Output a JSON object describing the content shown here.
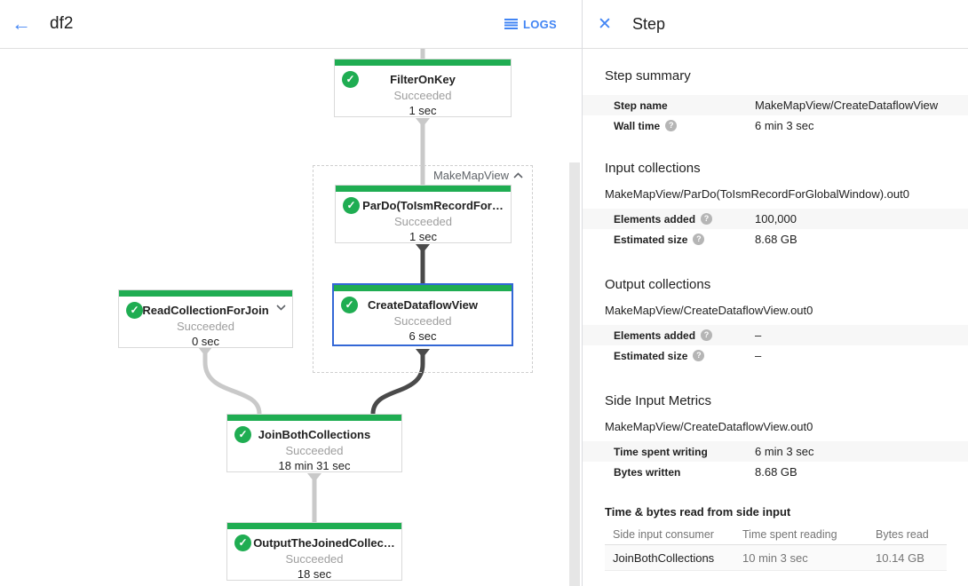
{
  "header": {
    "back_icon": "←",
    "title": "df2",
    "logs_label": "LOGS"
  },
  "graph": {
    "group_label": "MakeMapView",
    "nodes": {
      "filteronkey": {
        "title": "FilterOnKey",
        "status": "Succeeded",
        "time": "1 sec"
      },
      "pardo": {
        "title": "ParDo(ToIsmRecordFor…",
        "status": "Succeeded",
        "time": "1 sec"
      },
      "createdataflowview": {
        "title": "CreateDataflowView",
        "status": "Succeeded",
        "time": "6 sec"
      },
      "readcollection": {
        "title": "ReadCollectionForJoin",
        "status": "Succeeded",
        "time": "0 sec"
      },
      "joinboth": {
        "title": "JoinBothCollections",
        "status": "Succeeded",
        "time": "18 min 31 sec"
      },
      "outputjoined": {
        "title": "OutputTheJoinedCollec…",
        "status": "Succeeded",
        "time": "18 sec"
      }
    },
    "check_glyph": "✓",
    "status_colors": {
      "succeeded_green": "#1fad52",
      "selected_blue": "#3367d6"
    }
  },
  "step_panel": {
    "close_icon": "✕",
    "title": "Step",
    "summary": {
      "heading": "Step summary",
      "rows": [
        {
          "label": "Step name",
          "value": "MakeMapView/CreateDataflowView"
        },
        {
          "label": "Wall time",
          "value": "6 min 3 sec"
        }
      ]
    },
    "input_collections": {
      "heading": "Input collections",
      "subtitle": "MakeMapView/ParDo(ToIsmRecordForGlobalWindow).out0",
      "rows": [
        {
          "label": "Elements added",
          "value": "100,000"
        },
        {
          "label": "Estimated size",
          "value": "8.68 GB"
        }
      ]
    },
    "output_collections": {
      "heading": "Output collections",
      "subtitle": "MakeMapView/CreateDataflowView.out0",
      "rows": [
        {
          "label": "Elements added",
          "value": "–"
        },
        {
          "label": "Estimated size",
          "value": "–"
        }
      ]
    },
    "side_input_metrics": {
      "heading": "Side Input Metrics",
      "subtitle": "MakeMapView/CreateDataflowView.out0",
      "rows": [
        {
          "label": "Time spent writing",
          "value": "6 min 3 sec"
        },
        {
          "label": "Bytes written",
          "value": "8.68 GB"
        }
      ],
      "table": {
        "heading": "Time & bytes read from side input",
        "columns": [
          "Side input consumer",
          "Time spent reading",
          "Bytes read"
        ],
        "rows": [
          [
            "JoinBothCollections",
            "10 min 3 sec",
            "10.14 GB"
          ]
        ]
      }
    },
    "help_glyph": "?"
  }
}
